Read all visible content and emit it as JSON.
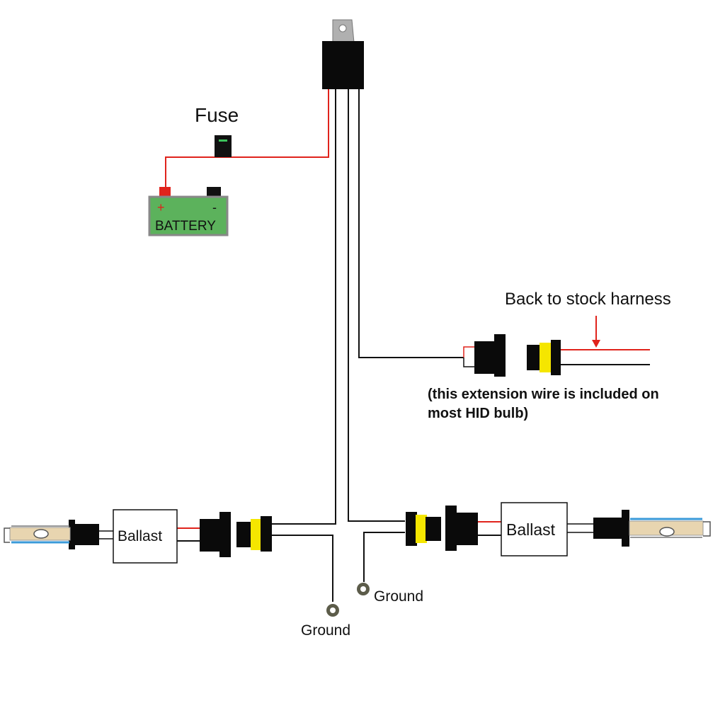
{
  "labels": {
    "fuse": "Fuse",
    "battery": "BATTERY",
    "battery_plus": "+",
    "battery_minus": "-",
    "back_to_stock": "Back to stock harness",
    "extension_note_line1": "(this extension wire is included on",
    "extension_note_line2": "most HID bulb)",
    "ballast_left": "Ballast",
    "ballast_right": "Ballast",
    "ground_left": "Ground",
    "ground_right": "Ground"
  },
  "colors": {
    "wire_red": "#e0231c",
    "wire_black": "#111111",
    "battery_green": "#5cb25c",
    "connector_yellow": "#f5e600",
    "bulb_blue": "#3a9ad9",
    "bulb_base": "#e8d5b0",
    "ground_ring": "#5c5c4a"
  }
}
